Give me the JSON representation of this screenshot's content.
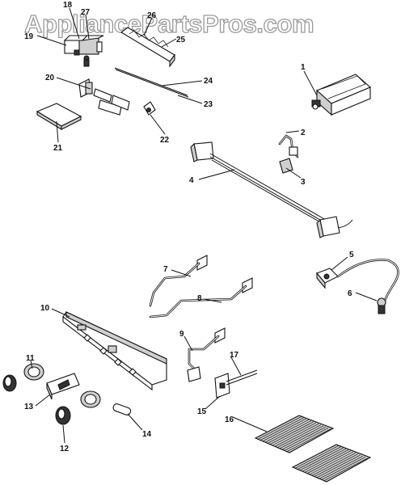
{
  "watermark": {
    "text": "AppliancePartsPros.com"
  },
  "callouts": [
    {
      "id": "1",
      "label": "1"
    },
    {
      "id": "2",
      "label": "2"
    },
    {
      "id": "3",
      "label": "3"
    },
    {
      "id": "4",
      "label": "4"
    },
    {
      "id": "5",
      "label": "5"
    },
    {
      "id": "6",
      "label": "6"
    },
    {
      "id": "7",
      "label": "7"
    },
    {
      "id": "8",
      "label": "8"
    },
    {
      "id": "9",
      "label": "9"
    },
    {
      "id": "10",
      "label": "10"
    },
    {
      "id": "11",
      "label": "11"
    },
    {
      "id": "12",
      "label": "12"
    },
    {
      "id": "13",
      "label": "13"
    },
    {
      "id": "14",
      "label": "14"
    },
    {
      "id": "15",
      "label": "15"
    },
    {
      "id": "16",
      "label": "16"
    },
    {
      "id": "17",
      "label": "17"
    },
    {
      "id": "18",
      "label": "18"
    },
    {
      "id": "19",
      "label": "19"
    },
    {
      "id": "20",
      "label": "20"
    },
    {
      "id": "21",
      "label": "21"
    },
    {
      "id": "22",
      "label": "22"
    },
    {
      "id": "23",
      "label": "23"
    },
    {
      "id": "24",
      "label": "24"
    },
    {
      "id": "25",
      "label": "25"
    },
    {
      "id": "26",
      "label": "26"
    },
    {
      "id": "27",
      "label": "27"
    }
  ]
}
